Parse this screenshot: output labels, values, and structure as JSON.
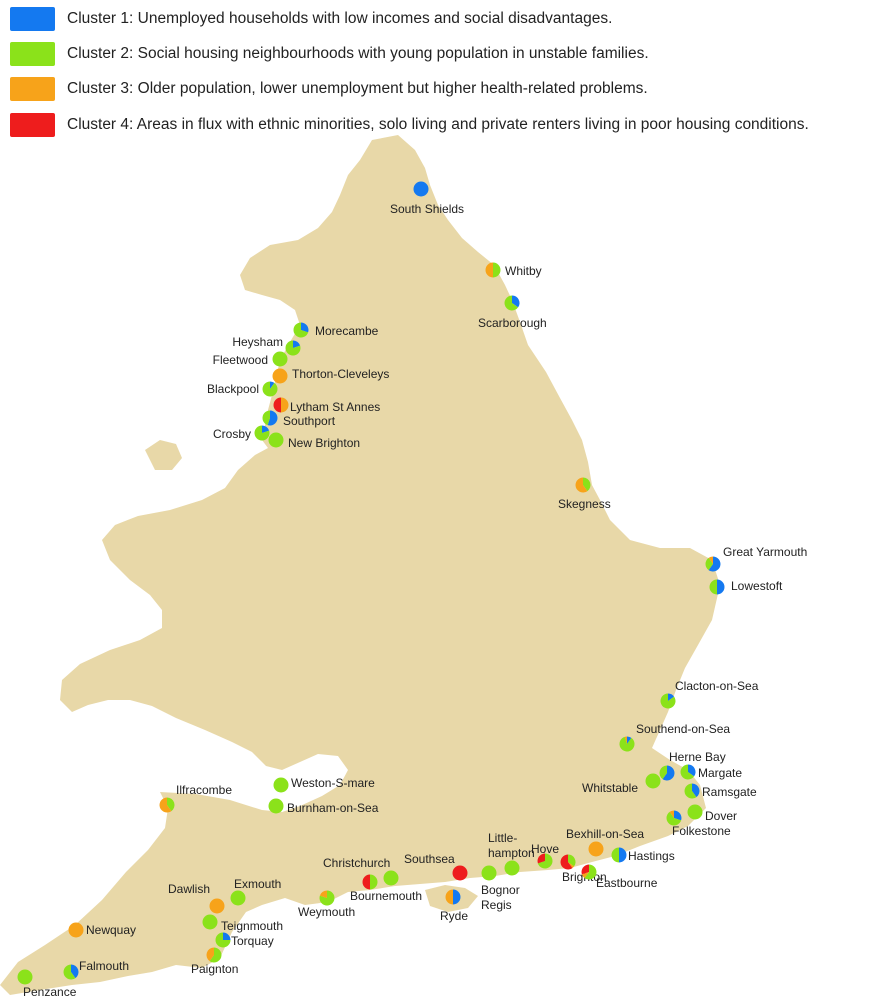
{
  "colors": {
    "land": "#E8D8A8",
    "cluster1": "#1479F0",
    "cluster2": "#8BE21A",
    "cluster3": "#F7A31A",
    "cluster4": "#EE1D1D"
  },
  "legend": [
    {
      "label": "Cluster 1: Unemployed households with low incomes and social disadvantages.",
      "color": "#1479F0"
    },
    {
      "label": "Cluster 2: Social housing neighbourhoods with young population in unstable families.",
      "color": "#8BE21A"
    },
    {
      "label": "Cluster 3: Older population, lower unemployment but higher health-related problems.",
      "color": "#F7A31A"
    },
    {
      "label": "Cluster 4: Areas in flux with ethnic minorities, solo living and private renters living in poor housing conditions.",
      "color": "#EE1D1D"
    }
  ],
  "places": [
    {
      "name": "South Shields",
      "shares": [
        1,
        0,
        0,
        0
      ]
    },
    {
      "name": "Whitby",
      "shares": [
        0,
        0.5,
        0.5,
        0
      ]
    },
    {
      "name": "Scarborough",
      "shares": [
        0.35,
        0.65,
        0,
        0
      ]
    },
    {
      "name": "Morecambe",
      "shares": [
        0.3,
        0.7,
        0,
        0
      ]
    },
    {
      "name": "Heysham",
      "shares": [
        0.2,
        0.8,
        0,
        0
      ]
    },
    {
      "name": "Fleetwood",
      "shares": [
        0,
        1,
        0,
        0
      ]
    },
    {
      "name": "Thorton-Cleveleys",
      "shares": [
        0,
        0,
        1,
        0
      ]
    },
    {
      "name": "Blackpool",
      "shares": [
        0.1,
        0.9,
        0,
        0
      ]
    },
    {
      "name": "Lytham St Annes",
      "shares": [
        0,
        0,
        0.5,
        0.5
      ]
    },
    {
      "name": "Southport",
      "shares": [
        0.55,
        0.45,
        0,
        0
      ]
    },
    {
      "name": "Crosby",
      "shares": [
        0.2,
        0.8,
        0,
        0
      ]
    },
    {
      "name": "New Brighton",
      "shares": [
        0,
        1,
        0,
        0
      ]
    },
    {
      "name": "Skegness",
      "shares": [
        0,
        0.4,
        0.6,
        0
      ]
    },
    {
      "name": "Great Yarmouth",
      "shares": [
        0.6,
        0.3,
        0.1,
        0
      ]
    },
    {
      "name": "Lowestoft",
      "shares": [
        0.5,
        0.5,
        0,
        0
      ]
    },
    {
      "name": "Clacton-on-Sea",
      "shares": [
        0.15,
        0.85,
        0,
        0
      ]
    },
    {
      "name": "Southend-on-Sea",
      "shares": [
        0.1,
        0.85,
        0.05,
        0
      ]
    },
    {
      "name": "Herne Bay",
      "shares": [
        0.6,
        0.4,
        0,
        0
      ]
    },
    {
      "name": "Margate",
      "shares": [
        0.35,
        0.65,
        0,
        0
      ]
    },
    {
      "name": "Whitstable",
      "shares": [
        0,
        1,
        0,
        0
      ]
    },
    {
      "name": "Ramsgate",
      "shares": [
        0.4,
        0.6,
        0,
        0
      ]
    },
    {
      "name": "Dover",
      "shares": [
        0,
        1,
        0,
        0
      ]
    },
    {
      "name": "Folkestone",
      "shares": [
        0.3,
        0.6,
        0.1,
        0
      ]
    },
    {
      "name": "Bexhill-on-Sea",
      "shares": [
        0,
        0,
        1,
        0
      ]
    },
    {
      "name": "Hastings",
      "shares": [
        0.5,
        0.5,
        0,
        0
      ]
    },
    {
      "name": "Ilfracombe",
      "shares": [
        0,
        0.4,
        0.6,
        0
      ]
    },
    {
      "name": "Weston-S-mare",
      "shares": [
        0,
        1,
        0,
        0
      ]
    },
    {
      "name": "Burnham-on-Sea",
      "shares": [
        0,
        1,
        0,
        0
      ]
    },
    {
      "name": "Little-\nhampton",
      "shares": [
        0,
        1,
        0,
        0
      ]
    },
    {
      "name": "Hove",
      "shares": [
        0,
        0.7,
        0,
        0.3
      ]
    },
    {
      "name": "Brighton",
      "shares": [
        0,
        0.35,
        0.05,
        0.6
      ]
    },
    {
      "name": "Eastbourne",
      "shares": [
        0,
        0.6,
        0.1,
        0.3
      ]
    },
    {
      "name": "Southsea",
      "shares": [
        0,
        0,
        0,
        1
      ]
    },
    {
      "name": "Christchurch",
      "shares": [
        0,
        0.5,
        0,
        0.5
      ]
    },
    {
      "name": "Bournemouth",
      "shares": [
        0,
        1,
        0,
        0
      ]
    },
    {
      "name": "Ryde",
      "shares": [
        0.5,
        0,
        0.5,
        0
      ]
    },
    {
      "name": "Bognor\nRegis",
      "shares": [
        0,
        1,
        0,
        0
      ]
    },
    {
      "name": "Weymouth",
      "shares": [
        0,
        0.8,
        0.2,
        0
      ]
    },
    {
      "name": "Exmouth",
      "shares": [
        0,
        1,
        0,
        0
      ]
    },
    {
      "name": "Dawlish",
      "shares": [
        0,
        0,
        1,
        0
      ]
    },
    {
      "name": "Teignmouth",
      "shares": [
        0,
        1,
        0,
        0
      ]
    },
    {
      "name": "Torquay",
      "shares": [
        0.25,
        0.75,
        0,
        0
      ]
    },
    {
      "name": "Paignton",
      "shares": [
        0,
        0.6,
        0.4,
        0
      ]
    },
    {
      "name": "Newquay",
      "shares": [
        0,
        0,
        1,
        0
      ]
    },
    {
      "name": "Falmouth",
      "shares": [
        0.4,
        0.6,
        0,
        0
      ]
    },
    {
      "name": "Penzance",
      "shares": [
        0,
        1,
        0,
        0
      ]
    }
  ]
}
